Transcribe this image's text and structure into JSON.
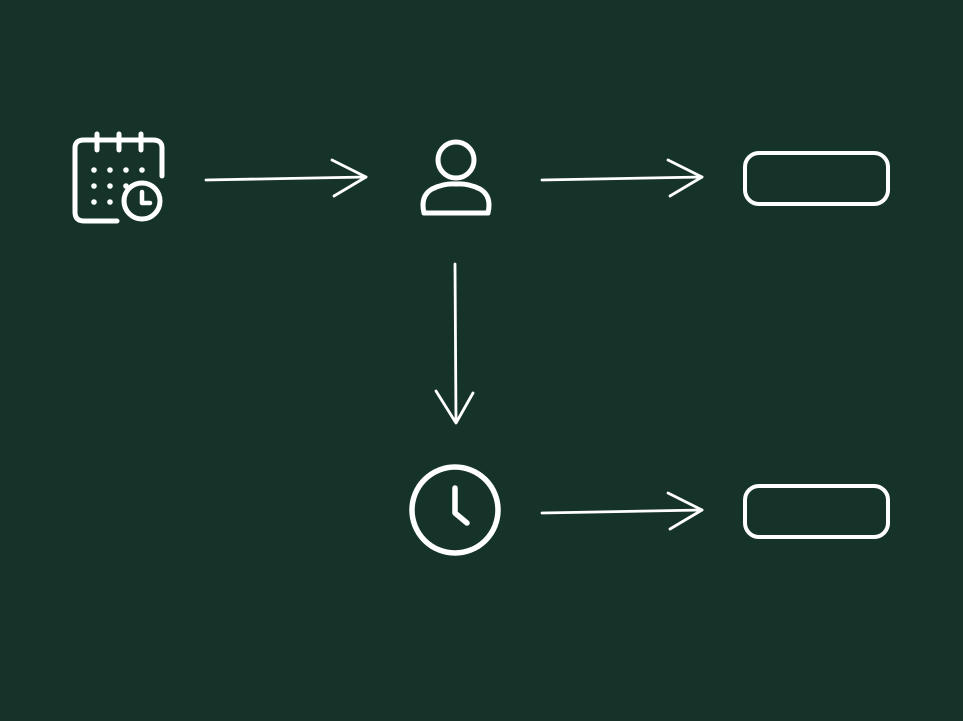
{
  "diagram": {
    "background_color": "#16332a",
    "stroke_color": "#ffffff",
    "nodes": [
      {
        "id": "schedule",
        "icon": "calendar-clock-icon"
      },
      {
        "id": "person",
        "icon": "user-icon"
      },
      {
        "id": "result-top",
        "icon": "empty-box"
      },
      {
        "id": "wait",
        "icon": "clock-icon"
      },
      {
        "id": "result-bottom",
        "icon": "empty-box"
      }
    ],
    "edges": [
      {
        "from": "schedule",
        "to": "person"
      },
      {
        "from": "person",
        "to": "result-top"
      },
      {
        "from": "person",
        "to": "wait"
      },
      {
        "from": "wait",
        "to": "result-bottom"
      }
    ]
  }
}
